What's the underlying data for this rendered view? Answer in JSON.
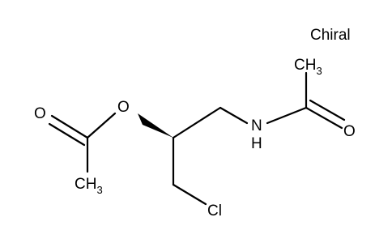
{
  "molecule": {
    "flag": "Chiral",
    "atoms": {
      "ch3_top": {
        "main": "CH",
        "sub": "3"
      },
      "o_carbonyl_right": "O",
      "n_amide": "N",
      "h_amide": "H",
      "o_ester": "O",
      "o_carbonyl_left": "O",
      "ch3_bottom": {
        "main": "CH",
        "sub": "3"
      },
      "cl": "Cl"
    }
  }
}
